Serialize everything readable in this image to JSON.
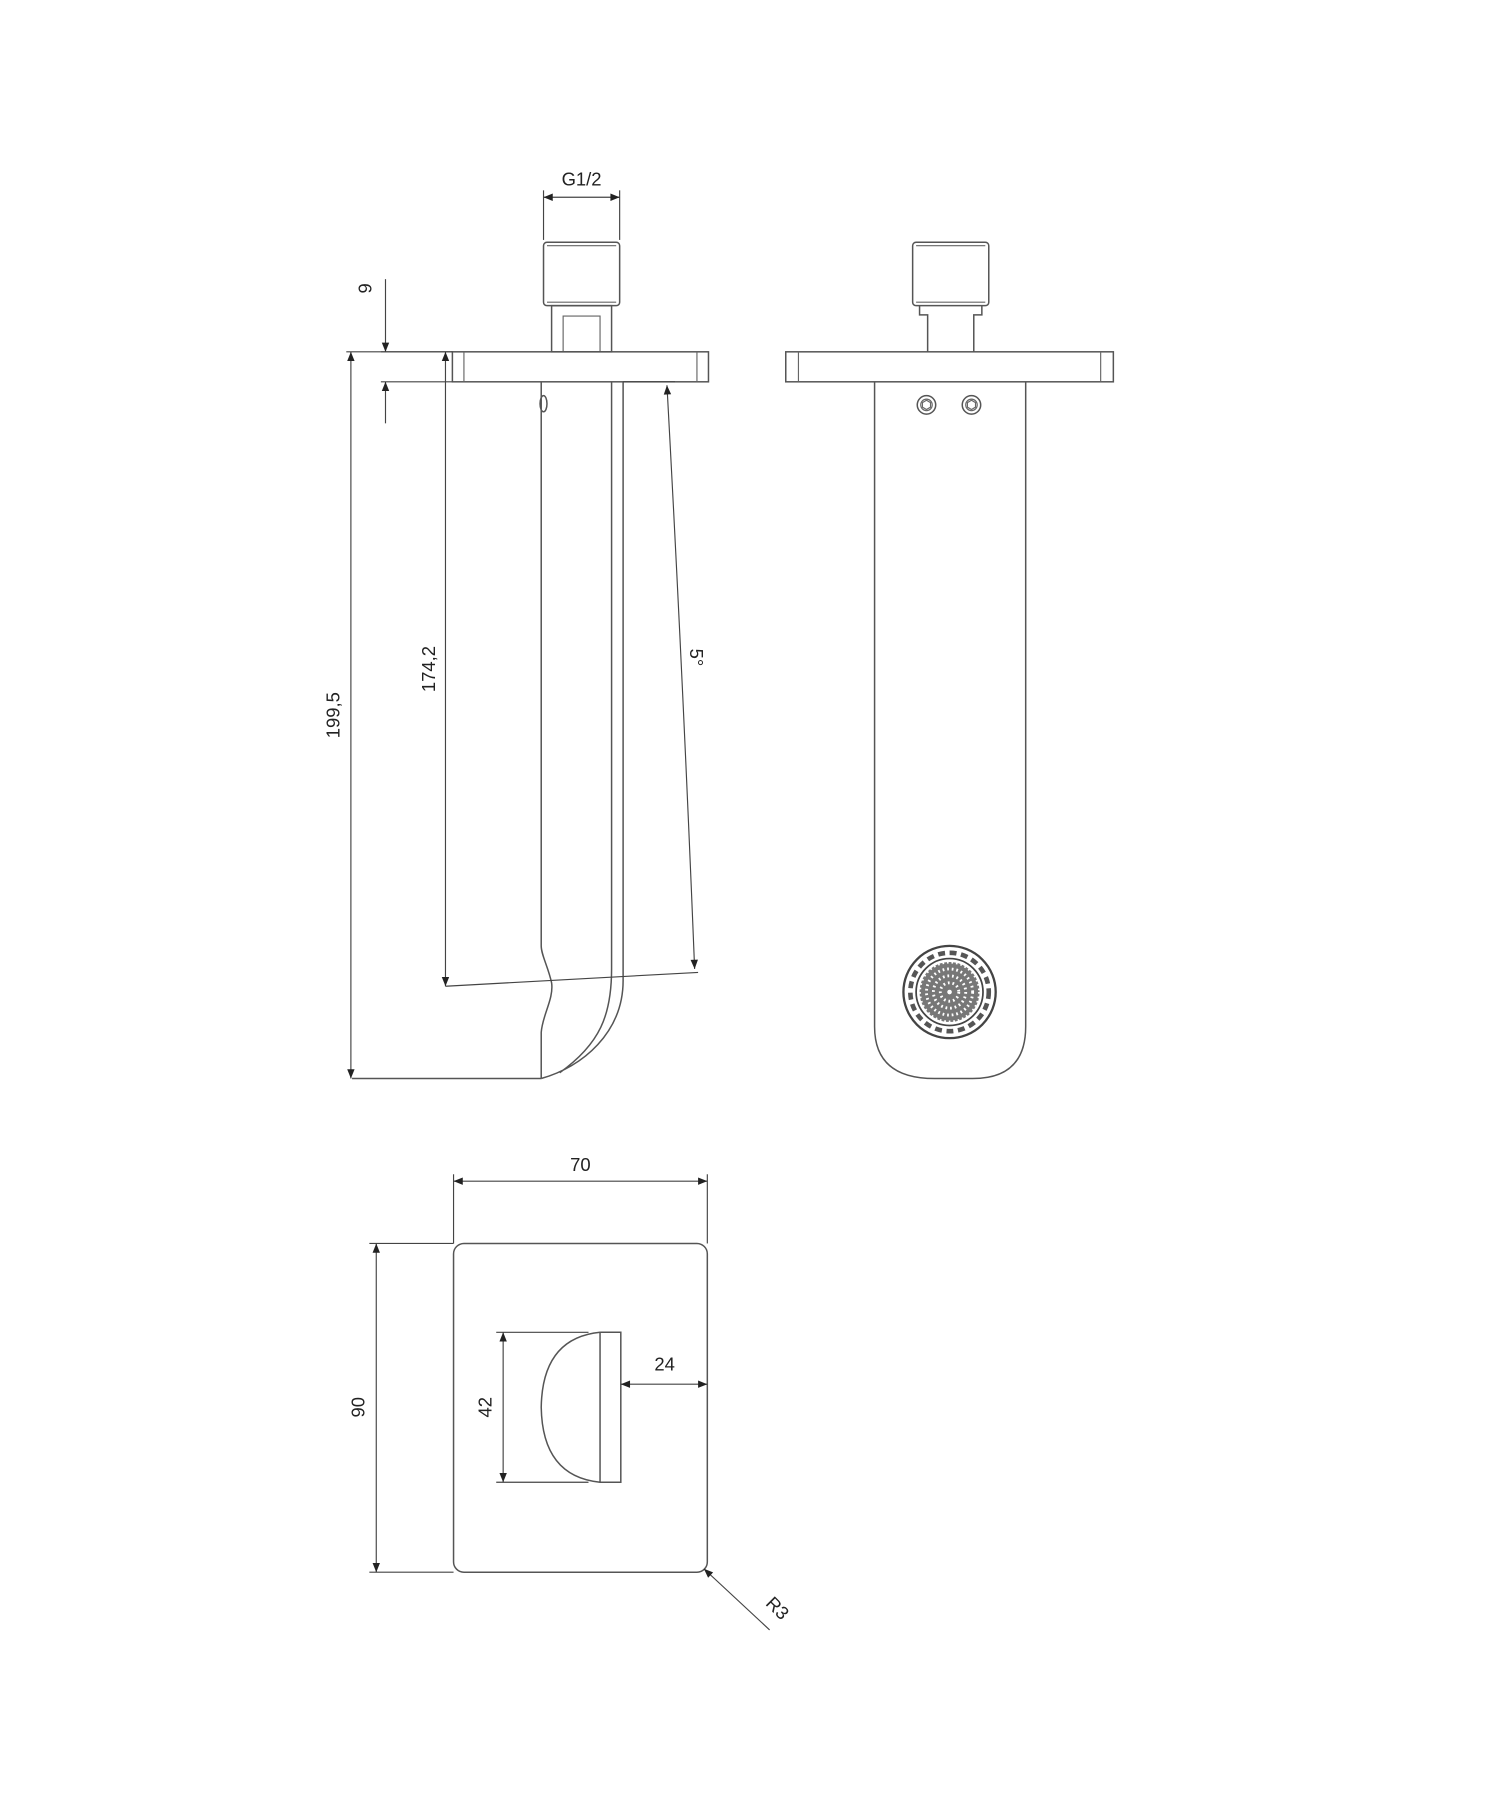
{
  "drawing": {
    "type": "technical-drawing",
    "subject": "wall-mounted spout",
    "units": "mm",
    "views": [
      {
        "name": "side-view"
      },
      {
        "name": "front-view"
      },
      {
        "name": "top-view"
      }
    ]
  },
  "dimensions": {
    "thread": "G1/2",
    "flange_thickness": "9",
    "spout_height": "174,2",
    "total_height": "199,5",
    "angle": "5°",
    "width": "70",
    "depth": "90",
    "outlet_width": "42",
    "outlet_offset": "24",
    "corner_radius": "R3"
  },
  "colors": {
    "line": "#555555",
    "text": "#222222",
    "background": "#ffffff"
  }
}
